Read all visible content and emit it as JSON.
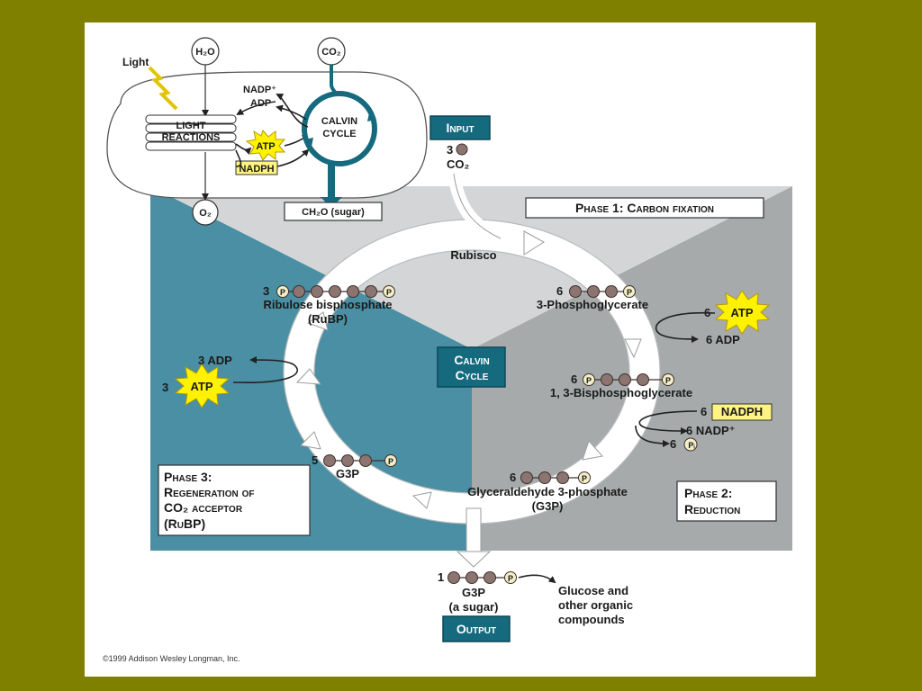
{
  "colors": {
    "background": "#808000",
    "slide": "#ffffff",
    "phase3_panel": "#4a8fa3",
    "phase1_panel": "#d3d5d6",
    "phase2_panel": "#a6aaaa",
    "teal_label": "#156a7e",
    "atp_burst": "#fff200"
  },
  "chloroplast": {
    "light_label": "Light",
    "h2o_label": "H₂O",
    "co2_label": "CO₂",
    "nadp_label": "NADP⁺",
    "adp_label": "ADP",
    "light_reactions_line1": "LIGHT",
    "light_reactions_line2": "REACTIONS",
    "calvin_line1": "CALVIN",
    "calvin_line2": "CYCLE",
    "atp_label": "ATP",
    "nadph_label": "NADPH",
    "o2_label": "O₂",
    "sugar_label": "CH₂O (sugar)"
  },
  "input": {
    "label": "Input",
    "count": "3",
    "molecule": "CO₂"
  },
  "phase1": {
    "label": "Phase 1: Carbon fixation",
    "enzyme": "Rubisco"
  },
  "phase2": {
    "line1": "Phase 2:",
    "line2": "Reduction"
  },
  "phase3": {
    "line1": "Phase 3:",
    "line2": "Regeneration of",
    "line3": "CO₂ acceptor",
    "line4": "(RuBP)"
  },
  "center": {
    "line1": "Calvin",
    "line2": "Cycle"
  },
  "compounds": {
    "rubp_count": "3",
    "rubp_name": "Ribulose bisphosphate",
    "rubp_abbr": "(RuBP)",
    "pga_count": "6",
    "pga_name": "3-Phosphoglycerate",
    "bpg_count": "6",
    "bpg_name": "1, 3-Bisphosphoglycerate",
    "g3p_count": "6",
    "g3p_name": "Glyceraldehyde 3-phosphate",
    "g3p_abbr": "(G3P)",
    "g3p5_count": "5",
    "g3p5_name": "G3P",
    "p_symbol": "P",
    "pi_symbol": "Pᵢ"
  },
  "energy": {
    "atp6_count": "6",
    "atp_label": "ATP",
    "adp6_label": "6 ADP",
    "nadph6_count": "6",
    "nadph_label": "NADPH",
    "nadp6_label": "6 NADP⁺",
    "pi6_count": "6",
    "adp3_label": "3 ADP",
    "atp3_count": "3"
  },
  "output": {
    "count": "1",
    "name": "G3P",
    "desc": "(a sugar)",
    "label": "Output",
    "product_line1": "Glucose and",
    "product_line2": "other organic",
    "product_line3": "compounds"
  },
  "copyright": "©1999 Addison Wesley Longman, Inc."
}
